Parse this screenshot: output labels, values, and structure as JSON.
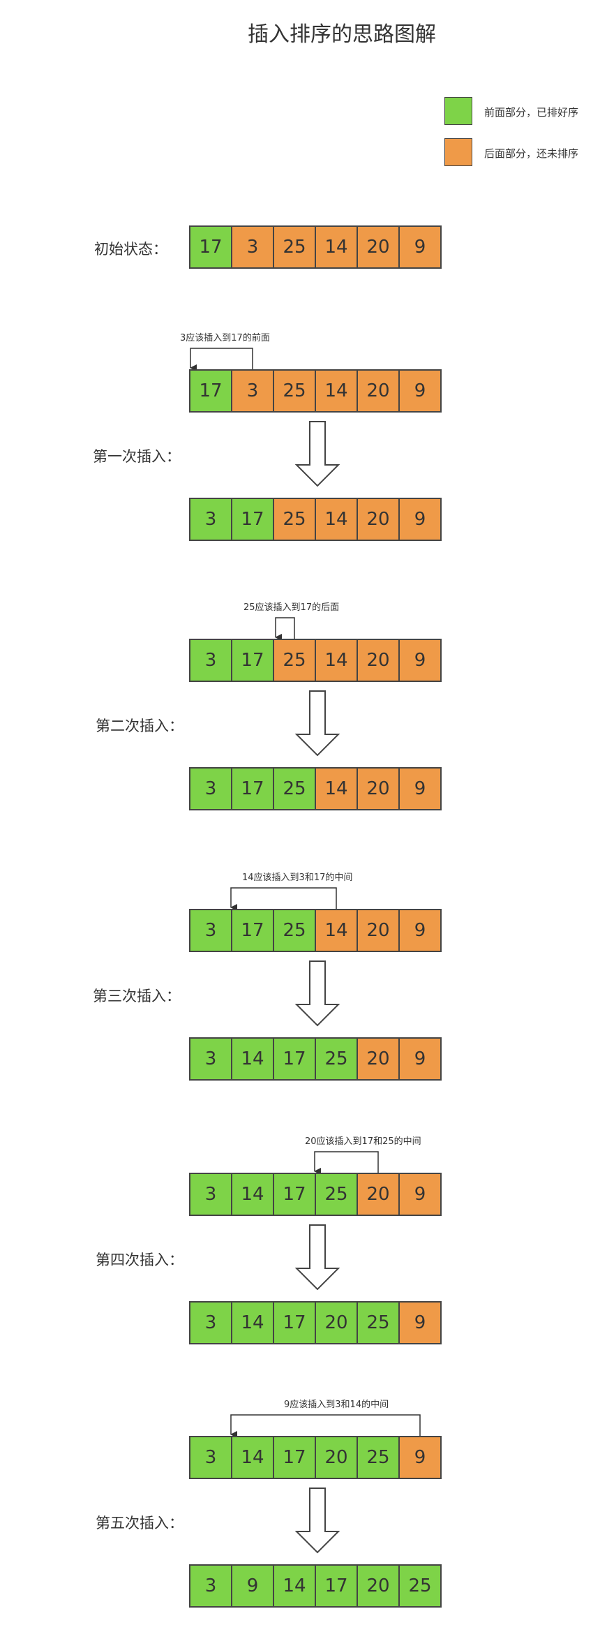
{
  "title": "插入排序的思路图解",
  "legend": [
    {
      "label": "前面部分，已排好序",
      "color": "#7ed348"
    },
    {
      "label": "后面部分，还未排序",
      "color": "#ef9a48"
    }
  ],
  "initial": {
    "label": "初始状态：",
    "values": [
      "17",
      "3",
      "25",
      "14",
      "20",
      "9"
    ],
    "sorted_count": 1
  },
  "steps": [
    {
      "label": "第一次插入：",
      "note": "3应该插入到17的前面",
      "before": [
        "17",
        "3",
        "25",
        "14",
        "20",
        "9"
      ],
      "before_sorted": 1,
      "after": [
        "3",
        "17",
        "25",
        "14",
        "20",
        "9"
      ],
      "after_sorted": 2,
      "from_index": 1,
      "to_index": 0
    },
    {
      "label": "第二次插入：",
      "note": "25应该插入到17的后面",
      "before": [
        "3",
        "17",
        "25",
        "14",
        "20",
        "9"
      ],
      "before_sorted": 2,
      "after": [
        "3",
        "17",
        "25",
        "14",
        "20",
        "9"
      ],
      "after_sorted": 3,
      "from_index": 2,
      "to_index": 2
    },
    {
      "label": "第三次插入：",
      "note": "14应该插入到3和17的中间",
      "before": [
        "3",
        "17",
        "25",
        "14",
        "20",
        "9"
      ],
      "before_sorted": 3,
      "after": [
        "3",
        "14",
        "17",
        "25",
        "20",
        "9"
      ],
      "after_sorted": 4,
      "from_index": 3,
      "to_index": 1
    },
    {
      "label": "第四次插入：",
      "note": "20应该插入到17和25的中间",
      "before": [
        "3",
        "14",
        "17",
        "25",
        "20",
        "9"
      ],
      "before_sorted": 4,
      "after": [
        "3",
        "14",
        "17",
        "20",
        "25",
        "9"
      ],
      "after_sorted": 5,
      "from_index": 4,
      "to_index": 3
    },
    {
      "label": "第五次插入：",
      "note": "9应该插入到3和14的中间",
      "before": [
        "3",
        "14",
        "17",
        "20",
        "25",
        "9"
      ],
      "before_sorted": 5,
      "after": [
        "3",
        "9",
        "14",
        "17",
        "20",
        "25"
      ],
      "after_sorted": 6,
      "from_index": 5,
      "to_index": 1
    }
  ]
}
